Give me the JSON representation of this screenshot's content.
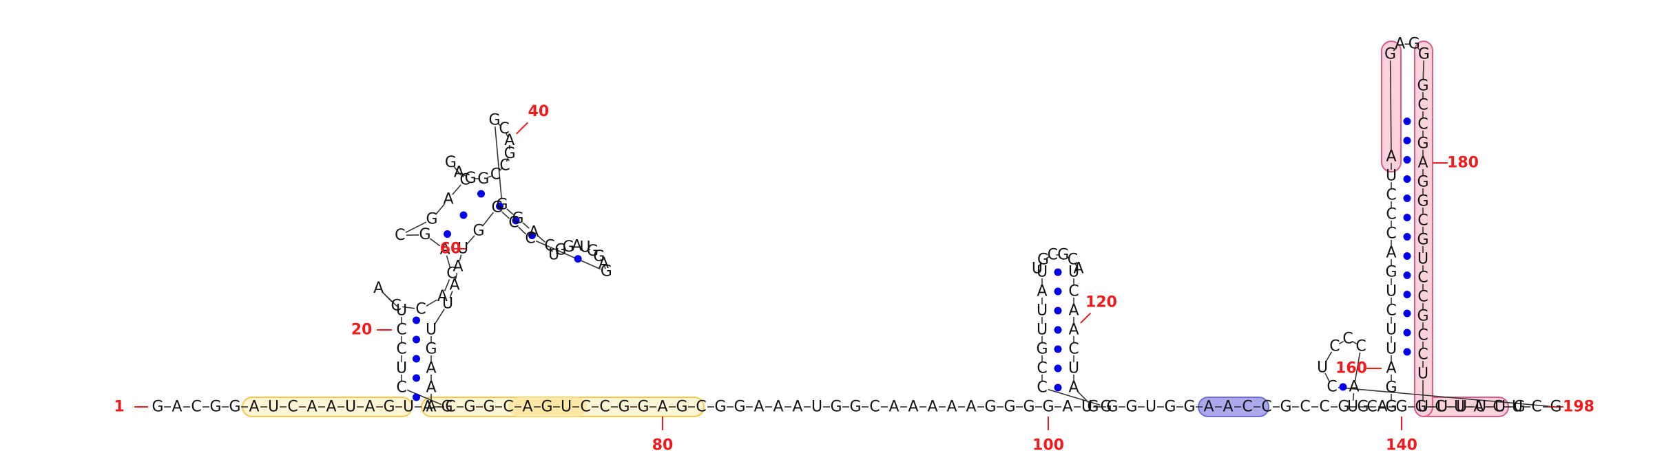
{
  "colors": {
    "nucleotide": "#111111",
    "backbone": "#333333",
    "base_pair": "#0000ee",
    "position_label": "#ee1c1c",
    "region_yellow_fill": "#fdf5d3",
    "region_yellow_stroke": "#f5c84c",
    "region_yellow_dark_fill": "#fce7a6",
    "region_blue_fill": "#a9a9ec",
    "region_blue_stroke": "#6d6dd8",
    "region_pink_fill": "#f9d2dc",
    "region_pink_stroke": "#e05a86"
  },
  "sequence": "GACGGAUCAAUAGUAGCUCCUACCACAGCGACGAGGCCGACGGGACUGGAUGGAGCCGGUAAUUGAAACGGCAGUCCGGAGCGGAAAUGGCAAAAAGGGGAUGCCGUUAUUGCGCAUCAACUAGGGUGGAACCGCCGGAGGCUACUCGCUCCCAUCGGGAUUCUGACCCUAGAGGGCCGAGGCGUCCGCCUUUUUUG",
  "position_labels": [
    {
      "pos": 1,
      "text": "1"
    },
    {
      "pos": 20,
      "text": "20"
    },
    {
      "pos": 40,
      "text": "40"
    },
    {
      "pos": 60,
      "text": "60"
    },
    {
      "pos": 80,
      "text": "80"
    },
    {
      "pos": 100,
      "text": "100"
    },
    {
      "pos": 120,
      "text": "120"
    },
    {
      "pos": 140,
      "text": "140"
    },
    {
      "pos": 160,
      "text": "160"
    },
    {
      "pos": 180,
      "text": "180"
    },
    {
      "pos": 198,
      "text": "198"
    }
  ]
}
